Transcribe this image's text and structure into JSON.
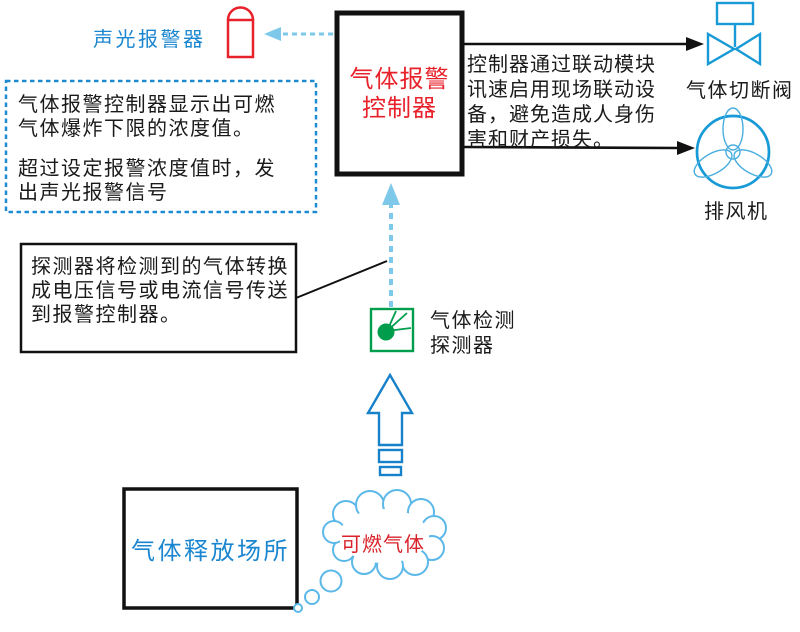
{
  "diagram": {
    "alarm": {
      "label": "声光报警器"
    },
    "info_note": {
      "para1": "气体报警控制器显示出可燃\n气体爆炸下限的浓度值。",
      "para2": "超过设定报警浓度值时，发\n出声光报警信号"
    },
    "controller": {
      "title": "气体报警\n控制器"
    },
    "linkage_note": {
      "text": "控制器通过联动模块\n讯速启用现场联动设\n备，避免造成人身伤\n害和财产损失。"
    },
    "valve": {
      "label": "气体切断阀"
    },
    "fan": {
      "label": "排风机"
    },
    "detector_note": {
      "text": "探测器将检测到的气体转换\n成电压信号或电流信号传送\n到报警控制器。"
    },
    "detector": {
      "label": "气体检测\n探测器"
    },
    "release_site": {
      "label": "气体释放场所"
    },
    "gas_bubble": {
      "label": "可燃气体"
    }
  },
  "icons": {
    "siren_beacon": "siren-beacon-icon",
    "gate_valve": "gate-valve-icon",
    "exhaust_fan": "fan-icon",
    "gas_detector": "detector-icon",
    "hollow_up_arrow": "hollow-up-arrow-icon",
    "thought_cloud": "thought-cloud-icon"
  },
  "colors": {
    "label_blue": "#1b86d0",
    "alert_red": "#e8222b",
    "icon_blue": "#189ad6",
    "signal_light_blue": "#7ec9ea",
    "dashed_box_blue": "#1e8bd1",
    "detector_green": "#009e4c",
    "cloud_blue": "#5cb8e8",
    "arrow_blue": "#1781c9",
    "line_black": "#111111"
  }
}
